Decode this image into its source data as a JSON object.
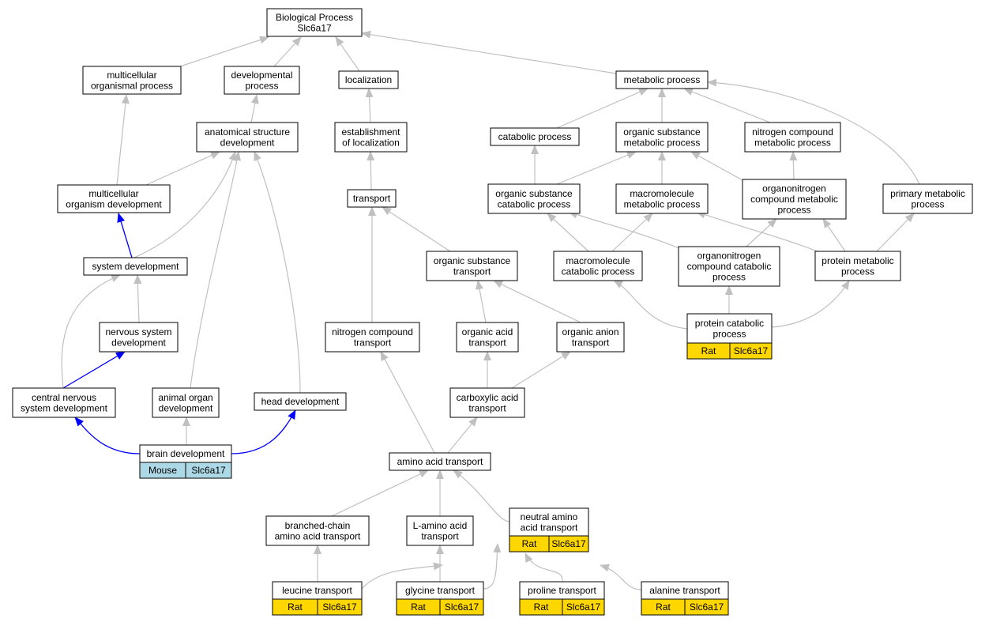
{
  "diagram": {
    "nodes": [
      {
        "id": "bp",
        "lines": [
          "Biological Process",
          "Slc6a17"
        ]
      },
      {
        "id": "multi_proc",
        "lines": [
          "multicellular",
          "organismal process"
        ]
      },
      {
        "id": "dev_proc",
        "lines": [
          "developmental",
          "process"
        ]
      },
      {
        "id": "localization",
        "lines": [
          "localization"
        ]
      },
      {
        "id": "metabolic",
        "lines": [
          "metabolic process"
        ]
      },
      {
        "id": "anat_dev",
        "lines": [
          "anatomical structure",
          "development"
        ]
      },
      {
        "id": "estab_loc",
        "lines": [
          "establishment",
          "of localization"
        ]
      },
      {
        "id": "catabolic",
        "lines": [
          "catabolic process"
        ]
      },
      {
        "id": "org_sub_met",
        "lines": [
          "organic substance",
          "metabolic process"
        ]
      },
      {
        "id": "nitro_met",
        "lines": [
          "nitrogen compound",
          "metabolic process"
        ]
      },
      {
        "id": "multi_org_dev",
        "lines": [
          "multicellular",
          "organism development"
        ]
      },
      {
        "id": "transport",
        "lines": [
          "transport"
        ]
      },
      {
        "id": "org_sub_cat",
        "lines": [
          "organic substance",
          "catabolic process"
        ]
      },
      {
        "id": "macro_met",
        "lines": [
          "macromolecule",
          "metabolic process"
        ]
      },
      {
        "id": "organonitro_met",
        "lines": [
          "organonitrogen",
          "compound metabolic",
          "process"
        ]
      },
      {
        "id": "primary_met",
        "lines": [
          "primary metabolic",
          "process"
        ]
      },
      {
        "id": "system_dev",
        "lines": [
          "system development"
        ]
      },
      {
        "id": "org_sub_trans",
        "lines": [
          "organic substance",
          "transport"
        ]
      },
      {
        "id": "macro_cat",
        "lines": [
          "macromolecule",
          "catabolic process"
        ]
      },
      {
        "id": "organonitro_cat",
        "lines": [
          "organonitrogen",
          "compound catabolic",
          "process"
        ]
      },
      {
        "id": "protein_met",
        "lines": [
          "protein metabolic",
          "process"
        ]
      },
      {
        "id": "nervous_dev",
        "lines": [
          "nervous system",
          "development"
        ]
      },
      {
        "id": "nitro_trans",
        "lines": [
          "nitrogen compound",
          "transport"
        ]
      },
      {
        "id": "org_acid_trans",
        "lines": [
          "organic acid",
          "transport"
        ]
      },
      {
        "id": "org_anion_trans",
        "lines": [
          "organic anion",
          "transport"
        ]
      },
      {
        "id": "protein_cat",
        "lines": [
          "protein catabolic",
          "process"
        ],
        "annot": [
          "Rat",
          "Slc6a17"
        ]
      },
      {
        "id": "cns_dev",
        "lines": [
          "central nervous",
          "system development"
        ]
      },
      {
        "id": "animal_organ_dev",
        "lines": [
          "animal organ",
          "development"
        ]
      },
      {
        "id": "head_dev",
        "lines": [
          "head development"
        ]
      },
      {
        "id": "carbox_trans",
        "lines": [
          "carboxylic acid",
          "transport"
        ]
      },
      {
        "id": "brain_dev",
        "lines": [
          "brain development"
        ],
        "annot": [
          "Mouse",
          "Slc6a17"
        ]
      },
      {
        "id": "aa_trans",
        "lines": [
          "amino acid transport"
        ]
      },
      {
        "id": "branched_trans",
        "lines": [
          "branched-chain",
          "amino acid transport"
        ]
      },
      {
        "id": "l_aa_trans",
        "lines": [
          "L-amino acid",
          "transport"
        ]
      },
      {
        "id": "neutral_trans",
        "lines": [
          "neutral amino",
          "acid transport"
        ],
        "annot": [
          "Rat",
          "Slc6a17"
        ]
      },
      {
        "id": "leucine_trans",
        "lines": [
          "leucine transport"
        ],
        "annot": [
          "Rat",
          "Slc6a17"
        ]
      },
      {
        "id": "glycine_trans",
        "lines": [
          "glycine transport"
        ],
        "annot": [
          "Rat",
          "Slc6a17"
        ]
      },
      {
        "id": "proline_trans",
        "lines": [
          "proline transport"
        ],
        "annot": [
          "Rat",
          "Slc6a17"
        ]
      },
      {
        "id": "alanine_trans",
        "lines": [
          "alanine transport"
        ],
        "annot": [
          "Rat",
          "Slc6a17"
        ]
      }
    ],
    "edges": [
      {
        "from": "multi_proc",
        "to": "bp",
        "kind": "is_a"
      },
      {
        "from": "dev_proc",
        "to": "bp",
        "kind": "is_a"
      },
      {
        "from": "localization",
        "to": "bp",
        "kind": "is_a"
      },
      {
        "from": "metabolic",
        "to": "bp",
        "kind": "is_a"
      },
      {
        "from": "anat_dev",
        "to": "dev_proc",
        "kind": "is_a"
      },
      {
        "from": "estab_loc",
        "to": "localization",
        "kind": "is_a"
      },
      {
        "from": "catabolic",
        "to": "metabolic",
        "kind": "is_a"
      },
      {
        "from": "org_sub_met",
        "to": "metabolic",
        "kind": "is_a"
      },
      {
        "from": "nitro_met",
        "to": "metabolic",
        "kind": "is_a"
      },
      {
        "from": "primary_met",
        "to": "metabolic",
        "kind": "is_a"
      },
      {
        "from": "multi_org_dev",
        "to": "multi_proc",
        "kind": "is_a"
      },
      {
        "from": "multi_org_dev",
        "to": "anat_dev",
        "kind": "is_a"
      },
      {
        "from": "transport",
        "to": "estab_loc",
        "kind": "is_a"
      },
      {
        "from": "org_sub_cat",
        "to": "catabolic",
        "kind": "is_a"
      },
      {
        "from": "org_sub_cat",
        "to": "org_sub_met",
        "kind": "is_a"
      },
      {
        "from": "macro_met",
        "to": "org_sub_met",
        "kind": "is_a"
      },
      {
        "from": "organonitro_met",
        "to": "org_sub_met",
        "kind": "is_a"
      },
      {
        "from": "organonitro_met",
        "to": "nitro_met",
        "kind": "is_a"
      },
      {
        "from": "system_dev",
        "to": "multi_org_dev",
        "kind": "part_of"
      },
      {
        "from": "system_dev",
        "to": "anat_dev",
        "kind": "is_a"
      },
      {
        "from": "org_sub_trans",
        "to": "transport",
        "kind": "is_a"
      },
      {
        "from": "macro_cat",
        "to": "org_sub_cat",
        "kind": "is_a"
      },
      {
        "from": "macro_cat",
        "to": "macro_met",
        "kind": "is_a"
      },
      {
        "from": "organonitro_cat",
        "to": "org_sub_cat",
        "kind": "is_a"
      },
      {
        "from": "organonitro_cat",
        "to": "organonitro_met",
        "kind": "is_a"
      },
      {
        "from": "protein_met",
        "to": "macro_met",
        "kind": "is_a"
      },
      {
        "from": "protein_met",
        "to": "organonitro_met",
        "kind": "is_a"
      },
      {
        "from": "protein_met",
        "to": "primary_met",
        "kind": "is_a"
      },
      {
        "from": "nervous_dev",
        "to": "system_dev",
        "kind": "is_a"
      },
      {
        "from": "nitro_trans",
        "to": "transport",
        "kind": "is_a"
      },
      {
        "from": "org_acid_trans",
        "to": "org_sub_trans",
        "kind": "is_a"
      },
      {
        "from": "org_anion_trans",
        "to": "org_sub_trans",
        "kind": "is_a"
      },
      {
        "from": "protein_cat",
        "to": "macro_cat",
        "kind": "is_a"
      },
      {
        "from": "protein_cat",
        "to": "organonitro_cat",
        "kind": "is_a"
      },
      {
        "from": "protein_cat",
        "to": "protein_met",
        "kind": "is_a"
      },
      {
        "from": "cns_dev",
        "to": "nervous_dev",
        "kind": "part_of"
      },
      {
        "from": "cns_dev",
        "to": "system_dev",
        "kind": "is_a"
      },
      {
        "from": "animal_organ_dev",
        "to": "anat_dev",
        "kind": "is_a"
      },
      {
        "from": "head_dev",
        "to": "anat_dev",
        "kind": "is_a"
      },
      {
        "from": "carbox_trans",
        "to": "org_acid_trans",
        "kind": "is_a"
      },
      {
        "from": "carbox_trans",
        "to": "org_anion_trans",
        "kind": "is_a"
      },
      {
        "from": "brain_dev",
        "to": "cns_dev",
        "kind": "part_of"
      },
      {
        "from": "brain_dev",
        "to": "animal_organ_dev",
        "kind": "is_a"
      },
      {
        "from": "brain_dev",
        "to": "head_dev",
        "kind": "part_of"
      },
      {
        "from": "aa_trans",
        "to": "carbox_trans",
        "kind": "is_a"
      },
      {
        "from": "aa_trans",
        "to": "nitro_trans",
        "kind": "is_a"
      },
      {
        "from": "branched_trans",
        "to": "aa_trans",
        "kind": "is_a"
      },
      {
        "from": "l_aa_trans",
        "to": "aa_trans",
        "kind": "is_a"
      },
      {
        "from": "neutral_trans",
        "to": "aa_trans",
        "kind": "is_a"
      },
      {
        "from": "leucine_trans",
        "to": "branched_trans",
        "kind": "is_a"
      },
      {
        "from": "leucine_trans",
        "to": "neutral_trans",
        "kind": "is_a"
      },
      {
        "from": "glycine_trans",
        "to": "l_aa_trans",
        "kind": "is_a"
      },
      {
        "from": "glycine_trans",
        "to": "neutral_trans",
        "kind": "is_a"
      },
      {
        "from": "proline_trans",
        "to": "neutral_trans",
        "kind": "is_a"
      },
      {
        "from": "alanine_trans",
        "to": "neutral_trans",
        "kind": "is_a"
      }
    ]
  },
  "colors": {
    "is_a_edge": "#c0c0c0",
    "part_of_edge": "#0000ff",
    "mouse_annotation": "#add8e6",
    "rat_annotation": "#ffd700",
    "node_border": "#000000",
    "node_fill": "#ffffff"
  }
}
